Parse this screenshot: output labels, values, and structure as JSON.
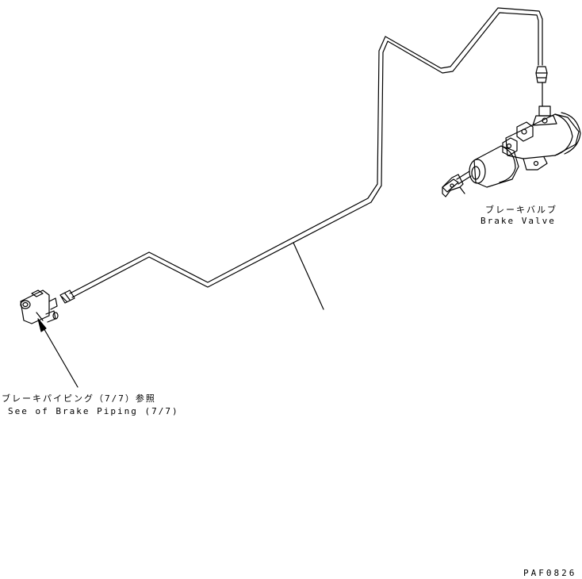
{
  "labels": {
    "brake_valve_jp": "ブレーキバルブ",
    "brake_valve_en": "Brake Valve",
    "see_ref_jp": "ブレーキパイピング（7/7）参照",
    "see_ref_en": "See of Brake Piping (7/7)",
    "figure_code": "PAF0826"
  },
  "colors": {
    "line": "#000000",
    "background": "#ffffff"
  }
}
